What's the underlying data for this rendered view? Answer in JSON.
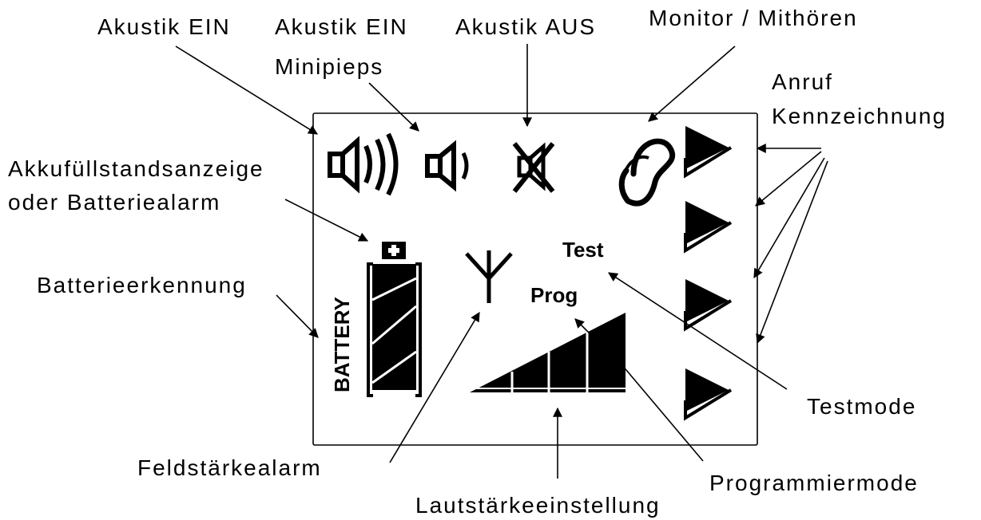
{
  "labels": {
    "akustik_ein": "Akustik EIN",
    "akustik_ein_minipieps_1": "Akustik EIN",
    "akustik_ein_minipieps_2": "Minipieps",
    "akustik_aus": "Akustik AUS",
    "monitor": "Monitor / Mithören",
    "anruf_1": "Anruf",
    "anruf_2": "Kennzeichnung",
    "akku_1": "Akkufüllstandsanzeige",
    "akku_2": "oder Batteriealarm",
    "batterieerkennung": "Batterieerkennung",
    "feldstaerkealarm": "Feldstärkealarm",
    "lautstaerke": "Lautstärkeeinstellung",
    "programmiermode": "Programmiermode",
    "testmode": "Testmode"
  },
  "display": {
    "battery_text": "BATTERY",
    "test_text": "Test",
    "prog_text": "Prog"
  },
  "colors": {
    "ink": "#000000",
    "background": "#ffffff"
  }
}
